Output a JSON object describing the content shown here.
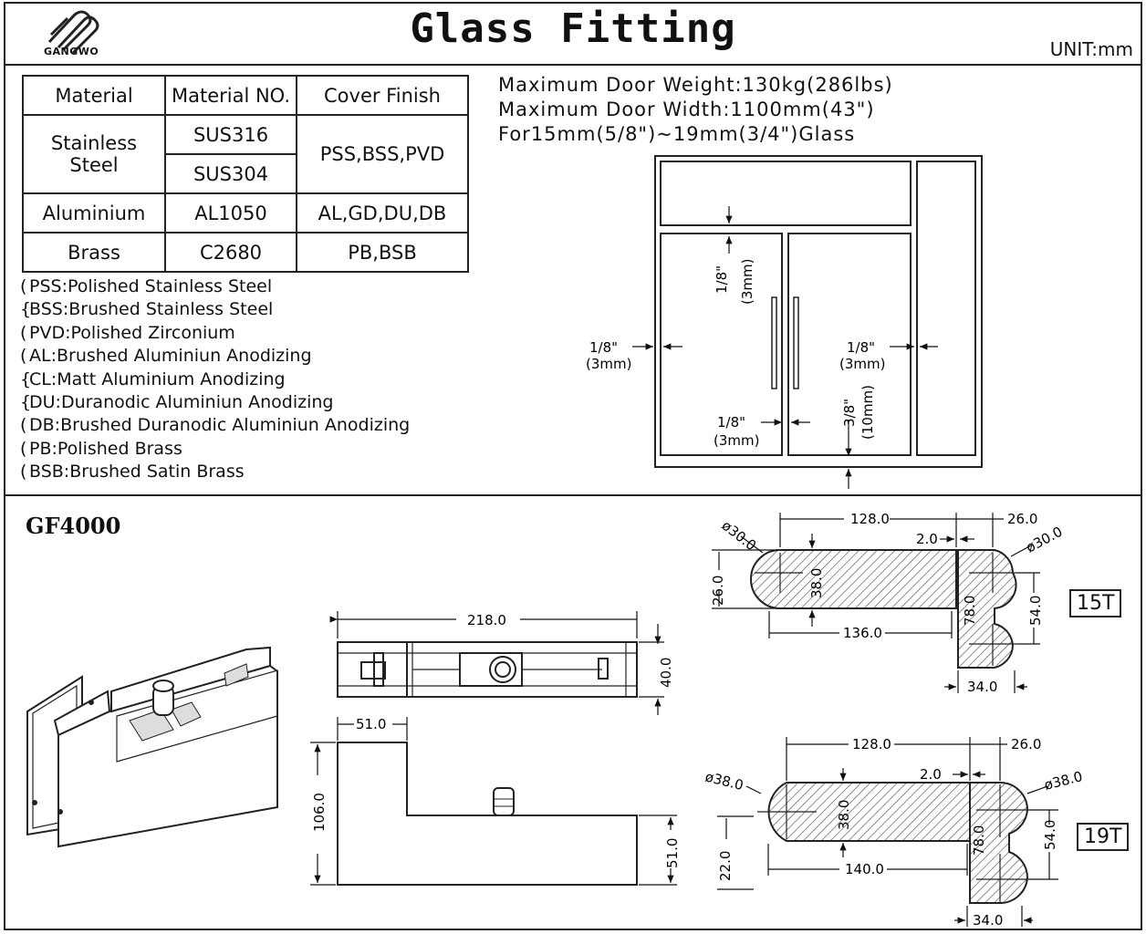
{
  "header": {
    "brand": "GANGWO",
    "title": "Glass Fitting",
    "unit": "UNIT:mm"
  },
  "materials_table": {
    "headers": [
      "Material",
      "Material NO.",
      "Cover Finish"
    ],
    "rows": [
      {
        "material": "Stainless Steel",
        "numbers": [
          "SUS316",
          "SUS304"
        ],
        "finish": "PSS,BSS,PVD"
      },
      {
        "material": "Aluminium",
        "numbers": [
          "AL1050"
        ],
        "finish": "AL,GD,DU,DB"
      },
      {
        "material": "Brass",
        "numbers": [
          "C2680"
        ],
        "finish": "PB,BSB"
      }
    ]
  },
  "legend": [
    "PSS:Polished Stainless Steel",
    "BSS:Brushed Stainless Steel",
    "PVD:Polished Zirconium",
    "AL:Brushed Aluminiun Anodizing",
    "CL:Matt Aluminium Anodizing",
    "DU:Duranodic Aluminiun Anodizing",
    "DB:Brushed Duranodic Aluminiun Anodizing",
    "PB:Polished Brass",
    "BSB:Brushed Satin Brass"
  ],
  "specs": [
    "Maximum Door Weight:130kg(286lbs)",
    "Maximum Door Width:1100mm(43\")",
    "For15mm(5/8\")~19mm(3/4\")Glass"
  ],
  "door_diagram": {
    "gap_top": "1/8\"",
    "gap_top_mm": "(3mm)",
    "gap_left": "1/8\"",
    "gap_left_mm": "(3mm)",
    "gap_right": "1/8\"",
    "gap_right_mm": "(3mm)",
    "gap_middle": "1/8\"",
    "gap_middle_mm": "(3mm)",
    "gap_bottom": "3/8\"",
    "gap_bottom_mm": "(10mm)"
  },
  "model": "GF4000",
  "drawing_dims": {
    "top_width": "218.0",
    "top_height": "40.0",
    "side_offset": "51.0",
    "side_height": "106.0",
    "side_foot": "51.0"
  },
  "profile_15t": {
    "tag": "15T",
    "d1": "ø30.0",
    "d2": "ø30.0",
    "w_top": "128.0",
    "w_right": "26.0",
    "gap": "2.0",
    "h_left": "26.0",
    "h_mid": "38.0",
    "h_right": "78.0",
    "h_right2": "54.0",
    "w_bottom": "136.0",
    "w_foot": "34.0"
  },
  "profile_19t": {
    "tag": "19T",
    "d1": "ø38.0",
    "d2": "ø38.0",
    "w_top": "128.0",
    "w_right": "26.0",
    "gap": "2.0",
    "h_left": "22.0",
    "h_mid": "38.0",
    "h_right": "78.0",
    "h_right2": "54.0",
    "w_bottom": "140.0",
    "w_foot": "34.0"
  }
}
